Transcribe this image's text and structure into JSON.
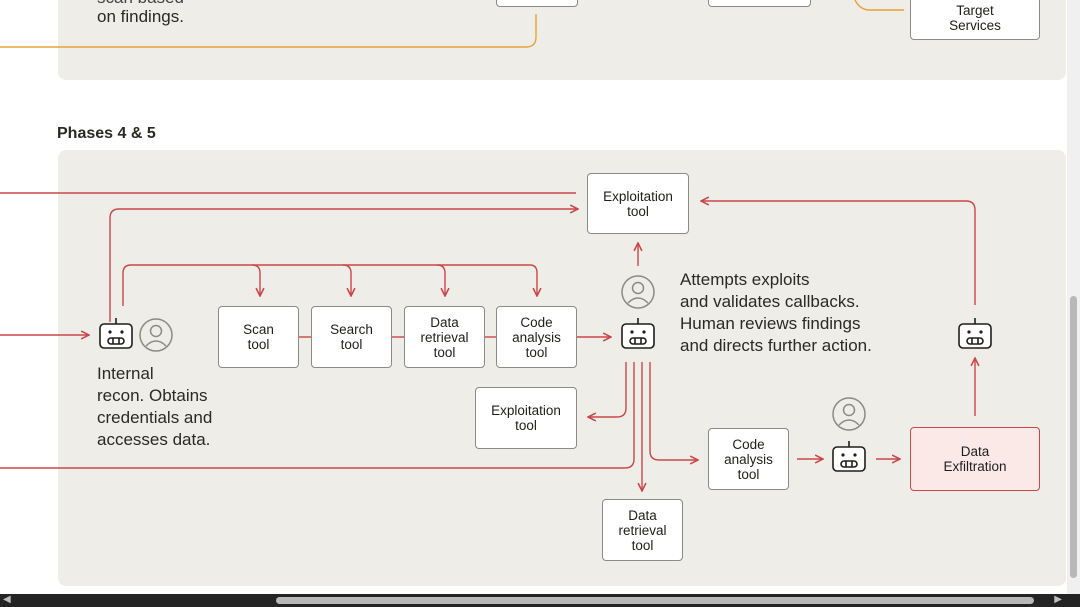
{
  "top_section": {
    "text_partial_1": "scan based",
    "text_line": "on findings.",
    "target_box": "Target\nServices"
  },
  "phase_heading": "Phases 4 & 5",
  "boxes": {
    "exploitation_top": "Exploitation\ntool",
    "scan": "Scan\ntool",
    "search": "Search\ntool",
    "data_retrieval_1": "Data\nretrieval\ntool",
    "code_analysis_1": "Code\nanalysis\ntool",
    "exploitation_mid": "Exploitation\ntool",
    "code_analysis_2": "Code\nanalysis\ntool",
    "data_retrieval_2": "Data\nretrieval\ntool",
    "data_exfiltration": "Data\nExfiltration"
  },
  "text": {
    "internal_recon": [
      "Internal",
      "recon. Obtains",
      "credentials and",
      "accesses data."
    ],
    "attempts": [
      "Attempts exploits",
      "and validates callbacks.",
      "Human reviews findings",
      "and directs further action."
    ]
  },
  "colors": {
    "accent_red": "#c8484a",
    "accent_orange": "#e8a23a",
    "panel": "#efede7"
  },
  "icons": [
    "robot-icon",
    "person-icon"
  ]
}
